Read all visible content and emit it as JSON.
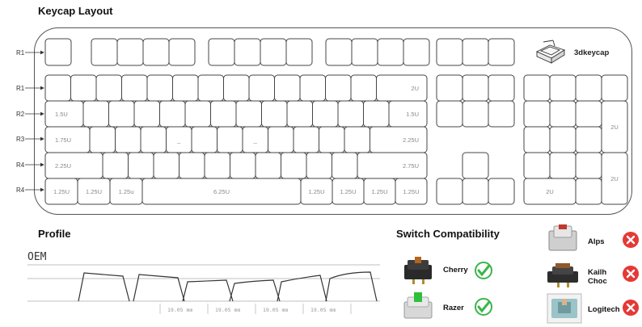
{
  "keyboard": {
    "title": "Keycap Layout",
    "brand": "3dkeycap",
    "row_labels": [
      "R1",
      "R1",
      "R2",
      "R3",
      "R4",
      "R4"
    ],
    "key_labels": {
      "backspace": "2U",
      "tab": "1.5U",
      "backslash": "1.5U",
      "caps": "1.75U",
      "f_bump": "_",
      "j_bump": "_",
      "enter": "2.25U",
      "lshift": "2.25U",
      "rshift": "2.75U",
      "lctrl": "1.25U",
      "lwin": "1.25U",
      "lalt": "1.25u",
      "space": "6.25U",
      "ralt": "1.25U",
      "rwin": "1.25U",
      "menu": "1.25U",
      "rctrl": "1.25U",
      "numplus": "2U",
      "numenter": "2U",
      "num0": "2U"
    }
  },
  "profile": {
    "title": "Profile",
    "name": "OEM",
    "measurements": [
      "19.05 mm",
      "19.05 mm",
      "19.05 mm",
      "19.05 mm"
    ]
  },
  "switches": {
    "title": "Switch Compatibility",
    "items": [
      {
        "name": "Cherry",
        "compatible": true
      },
      {
        "name": "Razer",
        "compatible": true
      },
      {
        "name": "Alps",
        "compatible": false
      },
      {
        "name": "Kailh Choc",
        "compatible": false
      },
      {
        "name": "Logitech",
        "compatible": false
      }
    ],
    "colors": {
      "yes": "#3bb54a",
      "no": "#e53935"
    }
  }
}
